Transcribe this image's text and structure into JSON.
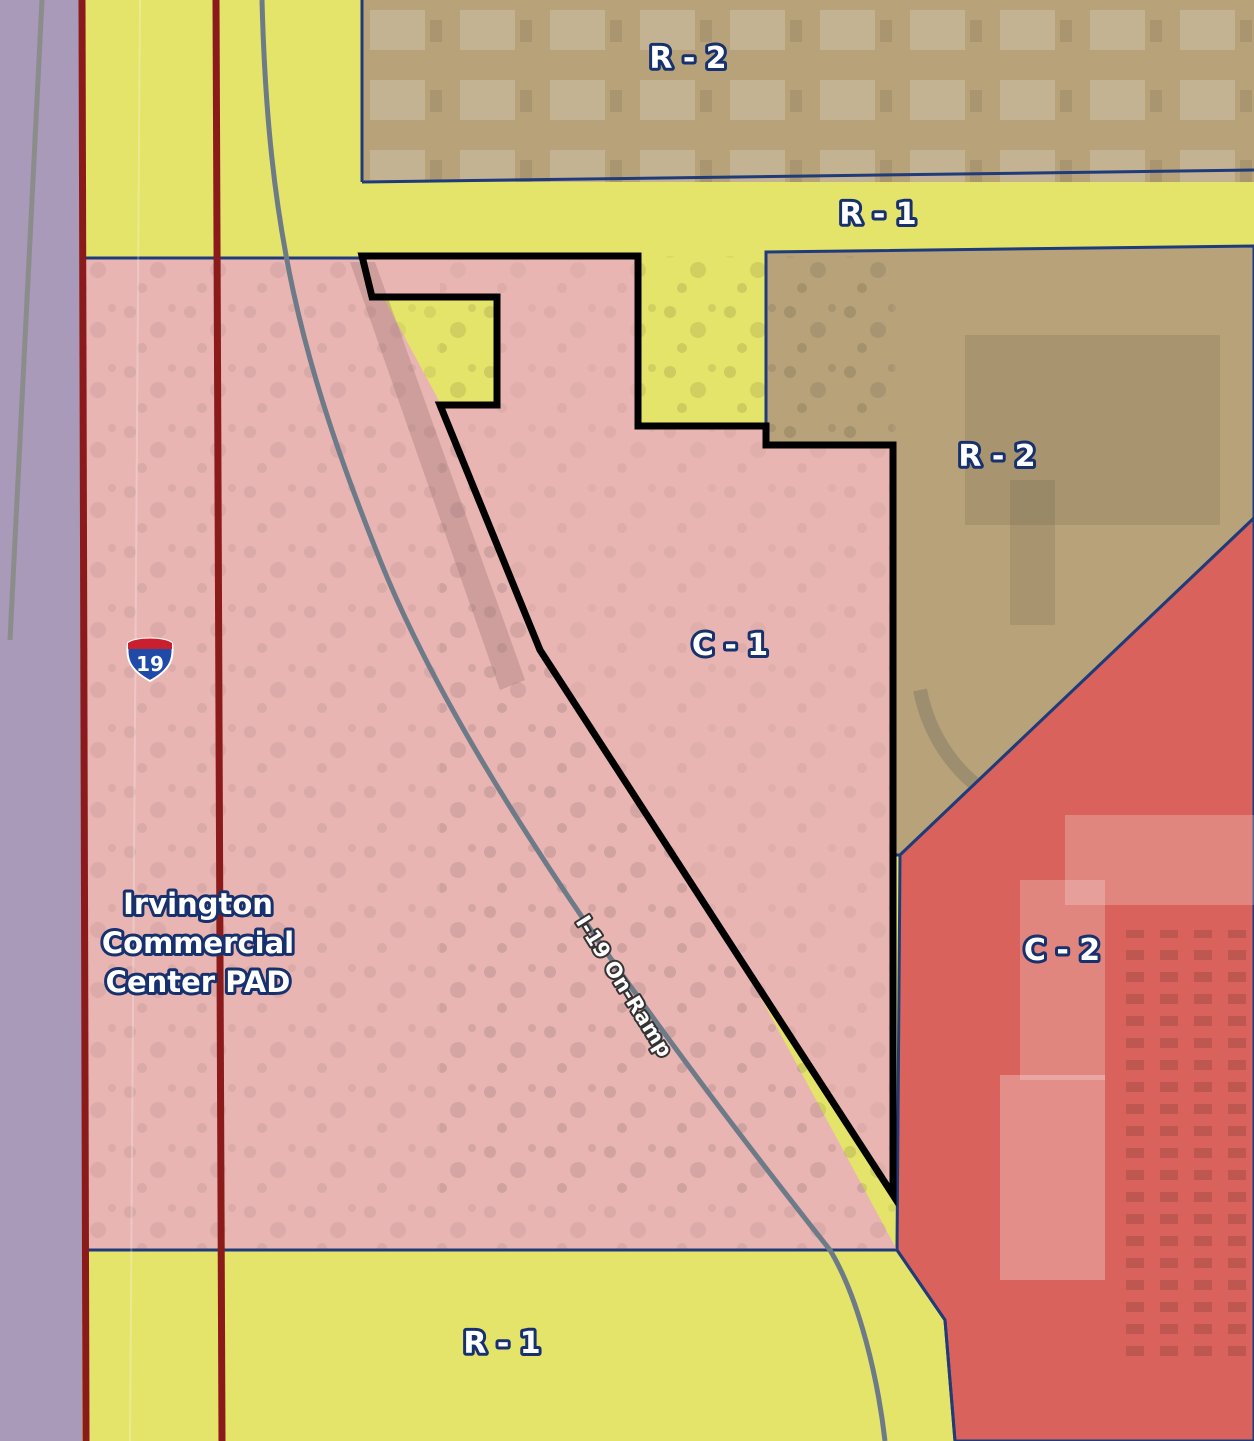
{
  "map": {
    "zones": {
      "r2_top": "R - 2",
      "r1_top": "R - 1",
      "r2_right": "R - 2",
      "c1": "C - 1",
      "c2": "C - 2",
      "r1_bottom": "R - 1"
    },
    "pad_label": {
      "line1": "Irvington",
      "line2": "Commercial",
      "line3": "Center PAD"
    },
    "ramp_label": "I-19 On-Ramp",
    "highway_shield": {
      "number": "19",
      "icon": "interstate-shield-icon"
    },
    "colors": {
      "r1": "#e4e36a",
      "r2": "#b7a27a",
      "c1_pad": "#e8b5b2",
      "c2": "#d9635c",
      "highway_strip": "#a89ab8",
      "boundary_blue": "#1f3b7a",
      "site_outline": "#000000",
      "highway_line": "#8b1a1a"
    }
  }
}
